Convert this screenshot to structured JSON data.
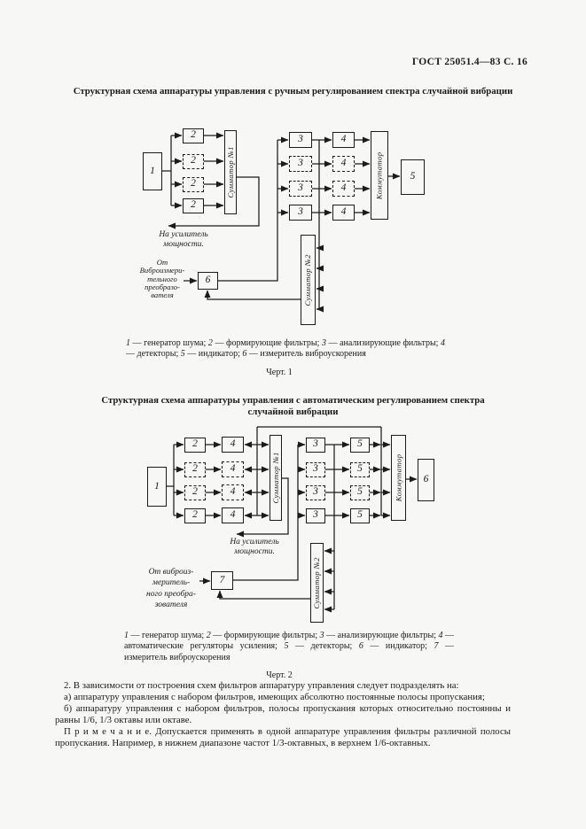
{
  "page": {
    "header": "ГОСТ 25051.4—83 С. 16"
  },
  "blocks": {
    "n1": "1",
    "n2": "2",
    "n3": "3",
    "n4": "4",
    "n5": "5",
    "n6": "6",
    "n7": "7",
    "sum1": "Сумматор №1",
    "sum2": "Сумматор №2",
    "comm": "Коммутатор"
  },
  "figure1": {
    "title": "Структурная схема аппаратуры управления с ручным регулированием спектра случайной вибрации",
    "to_amplifier": [
      "На усилитель",
      "мощности."
    ],
    "from_transducer": [
      "От",
      "Виброизмери-",
      "тельного",
      "преобразо-",
      "вателя"
    ],
    "legend": [
      {
        "n": "1",
        "t": " — генератор шума; "
      },
      {
        "n": "2",
        "t": " — формирующие фильтры; "
      },
      {
        "n": "3",
        "t": " — анализирующие фильтры; "
      },
      {
        "n": "4",
        "t": " — детекторы; "
      },
      {
        "n": "5",
        "t": " — индикатор; "
      },
      {
        "n": "6",
        "t": " — измеритель виброускорения"
      }
    ],
    "caption": "Черт. 1"
  },
  "figure2": {
    "title_line1": "Структурная схема аппаратуры управления с автоматическим регулированием спектра",
    "title_line2": "случайной вибрации",
    "to_amplifier": [
      "На усилитель",
      "мощности."
    ],
    "from_transducer": [
      "От виброиз-",
      "меритель-",
      "ного преобра-",
      "зователя"
    ],
    "legend": [
      {
        "n": "1",
        "t": " — генератор шума; "
      },
      {
        "n": "2",
        "t": " — формирующие фильтры; "
      },
      {
        "n": "3",
        "t": " — анализирующие фильтры; "
      },
      {
        "n": "4",
        "t": " — автоматические регуляторы усиления; "
      },
      {
        "n": "5",
        "t": " — детекторы; "
      },
      {
        "n": "6",
        "t": " — индикатор; "
      },
      {
        "n": "7",
        "t": " — измеритель виброускорения"
      }
    ],
    "caption": "Черт. 2"
  },
  "body_text": {
    "p1": "2. В зависимости от построения схем фильтров аппаратуру управления следует подразделять на:",
    "p2": "а) аппаратуру управления с набором фильтров, имеющих абсолютно постоянные полосы пропускания;",
    "p3": "б) аппаратуру управления с набором фильтров, полосы пропускания которых относительно постоянны и равны 1/6, 1/3 октавы или октаве.",
    "p4": "П р и м е ч а н и е. Допускается применять в одной аппаратуре управления фильтры различной полосы пропускания. Например, в нижнем диапазоне частот 1/3-октавных, в верхнем 1/6-октавных."
  }
}
